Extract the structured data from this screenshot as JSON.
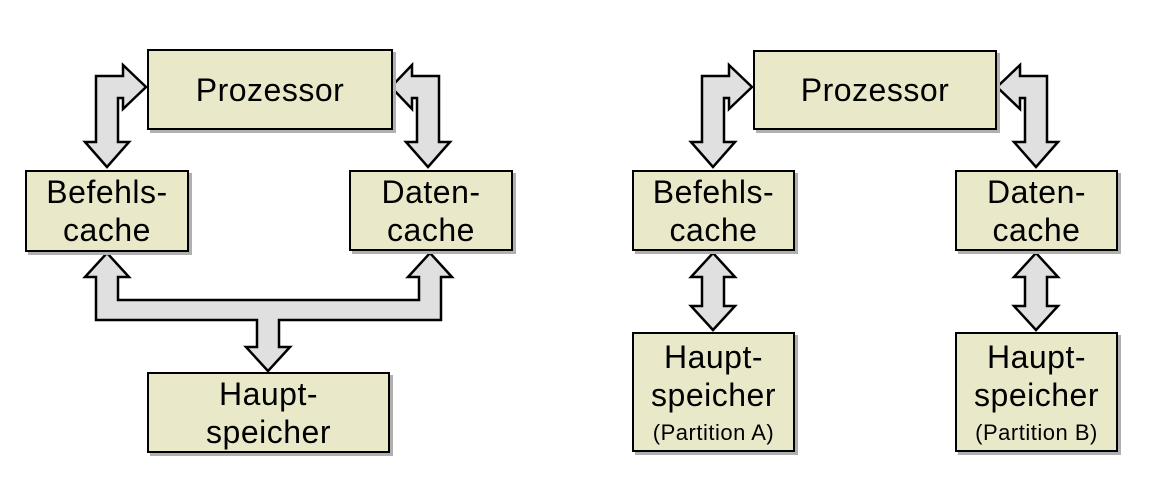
{
  "colors": {
    "box_fill": "#e9e9ca",
    "arrow_fill": "#e0e0e0",
    "outline": "#000000",
    "shadow": "#b0b0b0",
    "background": "#ffffff"
  },
  "left_diagram": {
    "prozessor": "Prozessor",
    "befehls_cache_line1": "Befehls-",
    "befehls_cache_line2": "cache",
    "daten_cache_line1": "Daten-",
    "daten_cache_line2": "cache",
    "hauptspeicher_line1": "Haupt-",
    "hauptspeicher_line2": "speicher"
  },
  "right_diagram": {
    "prozessor": "Prozessor",
    "befehls_cache_line1": "Befehls-",
    "befehls_cache_line2": "cache",
    "daten_cache_line1": "Daten-",
    "daten_cache_line2": "cache",
    "hauptspeicher_a_line1": "Haupt-",
    "hauptspeicher_a_line2": "speicher",
    "hauptspeicher_a_sub": "(Partition A)",
    "hauptspeicher_b_line1": "Haupt-",
    "hauptspeicher_b_line2": "speicher",
    "hauptspeicher_b_sub": "(Partition B)"
  }
}
